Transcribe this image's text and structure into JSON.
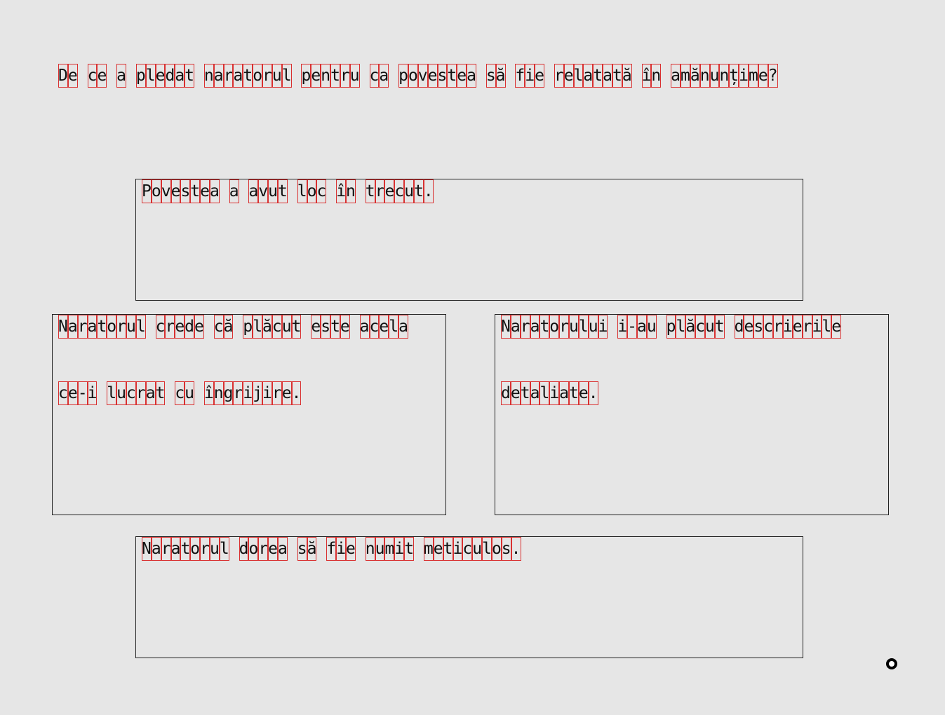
{
  "question": "De ce a pledat naratorul pentru ca povestea să fie relatată în amănunțime?",
  "options": [
    {
      "lines": [
        "Povestea a avut loc în trecut."
      ]
    },
    {
      "lines": [
        "Naratorul crede că plăcut este acela",
        "ce-i lucrat cu îngrijire."
      ]
    },
    {
      "lines": [
        "Naratorului i-au plăcut descrierile",
        "detaliate."
      ]
    },
    {
      "lines": [
        "Naratorul dorea să fie numit meticulos."
      ]
    }
  ],
  "colors": {
    "background": "#e6e6e6",
    "text": "#111111",
    "border": "#222222",
    "char_box_outline": "#d93030"
  },
  "icons": {
    "pointer": "circle-cursor-icon"
  }
}
